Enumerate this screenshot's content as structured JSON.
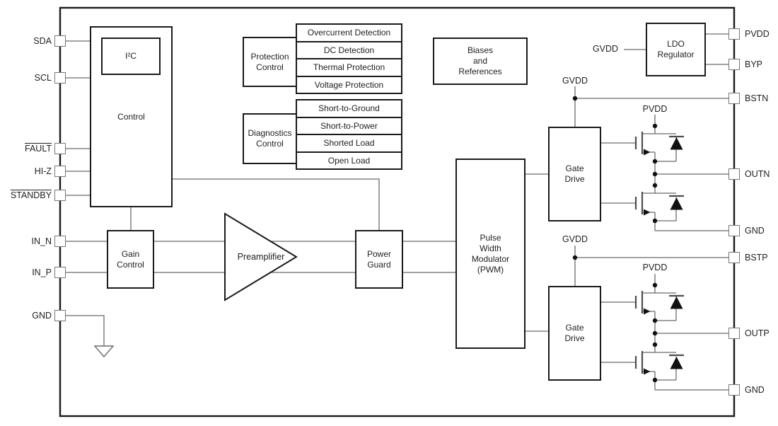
{
  "diagram": {
    "title": "class-d-amplifier-functional-block-diagram",
    "left_pins": [
      {
        "label": "SDA",
        "overline": false
      },
      {
        "label": "SCL",
        "overline": false
      },
      {
        "label": "FAULT",
        "overline": true
      },
      {
        "label": "HI-Z",
        "overline": false
      },
      {
        "label": "STANDBY",
        "overline": true
      },
      {
        "label": "IN_N",
        "overline": false
      },
      {
        "label": "IN_P",
        "overline": false
      },
      {
        "label": "GND",
        "overline": false
      }
    ],
    "right_pins": [
      {
        "label": "PVDD"
      },
      {
        "label": "BYP"
      },
      {
        "label": "BSTN"
      },
      {
        "label": "OUTN"
      },
      {
        "label": "GND"
      },
      {
        "label": "BSTP"
      },
      {
        "label": "OUTP"
      },
      {
        "label": "GND"
      }
    ],
    "blocks": {
      "control": "Control",
      "i2c": "I²C",
      "protection_control": "Protection\nControl",
      "diagnostics_control": "Diagnostics\nControl",
      "biases": "Biases\nand\nReferences",
      "ldo": "LDO\nRegulator",
      "gain_control": "Gain\nControl",
      "preamplifier": "Preamplifier",
      "power_guard": "Power\nGuard",
      "pwm": "Pulse\nWidth\nModulator\n(PWM)",
      "gate_drive_n": "Gate\nDrive",
      "gate_drive_p": "Gate\nDrive"
    },
    "protection_items": [
      "Overcurrent Detection",
      "DC Detection",
      "Thermal Protection",
      "Voltage Protection"
    ],
    "diagnostics_items": [
      "Short-to-Ground",
      "Short-to-Power",
      "Shorted Load",
      "Open Load"
    ],
    "net_labels": {
      "gvdd": "GVDD",
      "pvdd": "PVDD"
    },
    "colors": {
      "wire": "#6b6b6b",
      "outline": "#1a1a1a",
      "pin_border": "#777777",
      "text": "#1f1f1f",
      "fill": "#ffffff"
    }
  }
}
